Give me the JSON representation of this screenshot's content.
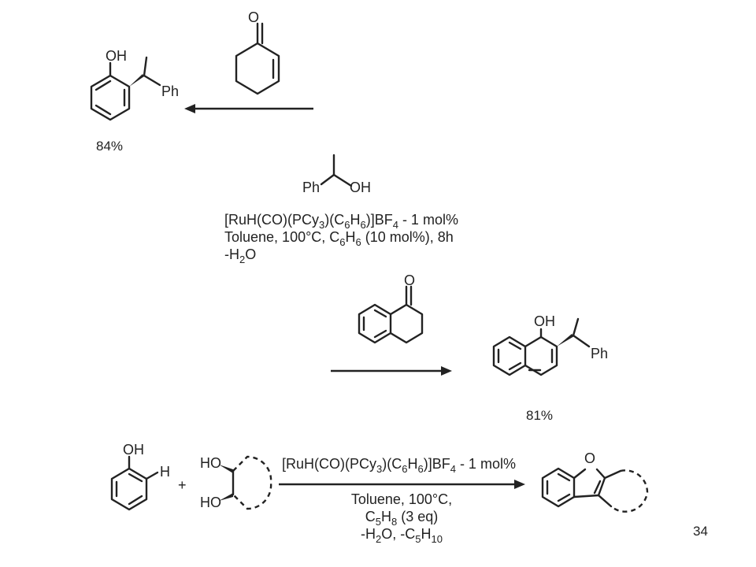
{
  "reaction1": {
    "product_labels": {
      "oh": "OH",
      "ph": "Ph"
    },
    "product_yield": "84%"
  },
  "shared_reagents": {
    "alcohol_labels": {
      "ph": "Ph",
      "oh": "OH"
    },
    "conditions": {
      "line1": {
        "a": "[RuH(CO)(PCy",
        "b": "3",
        "c": ")(C",
        "d": "6",
        "e": "H",
        "f": "6",
        "g": ")]BF",
        "h": "4",
        "i": " - 1 mol%"
      },
      "line2": {
        "a": "Toluene, 100°C, C",
        "b": "6",
        "c": "H",
        "d": "6",
        "e": " (10 mol%), 8h"
      },
      "line3": {
        "a": "-H",
        "b": "2",
        "c": "O"
      }
    }
  },
  "reaction2": {
    "product_labels": {
      "oh": "OH",
      "ph": "Ph"
    },
    "product_yield": "81%"
  },
  "reaction3": {
    "phenol_labels": {
      "oh": "OH",
      "h": "H"
    },
    "plus": "+",
    "diol_labels": {
      "ho_top": "HO",
      "ho_bottom": "HO"
    },
    "conditions": {
      "line1": {
        "a": "[RuH(CO)(PCy",
        "b": "3",
        "c": ")(C",
        "d": "6",
        "e": "H",
        "f": "6",
        "g": ")]BF",
        "h": "4",
        "i": " - 1 mol%"
      },
      "line2": "Toluene, 100°C,",
      "line3": {
        "a": "C",
        "b": "5",
        "c": "H",
        "d": "8",
        "e": " (3 eq)"
      },
      "line4": {
        "a": "-H",
        "b": "2",
        "c": "O, -C",
        "d": "5",
        "e": "H",
        "f": "10"
      }
    },
    "product_labels": {
      "o": "O"
    }
  },
  "page_number": "34"
}
